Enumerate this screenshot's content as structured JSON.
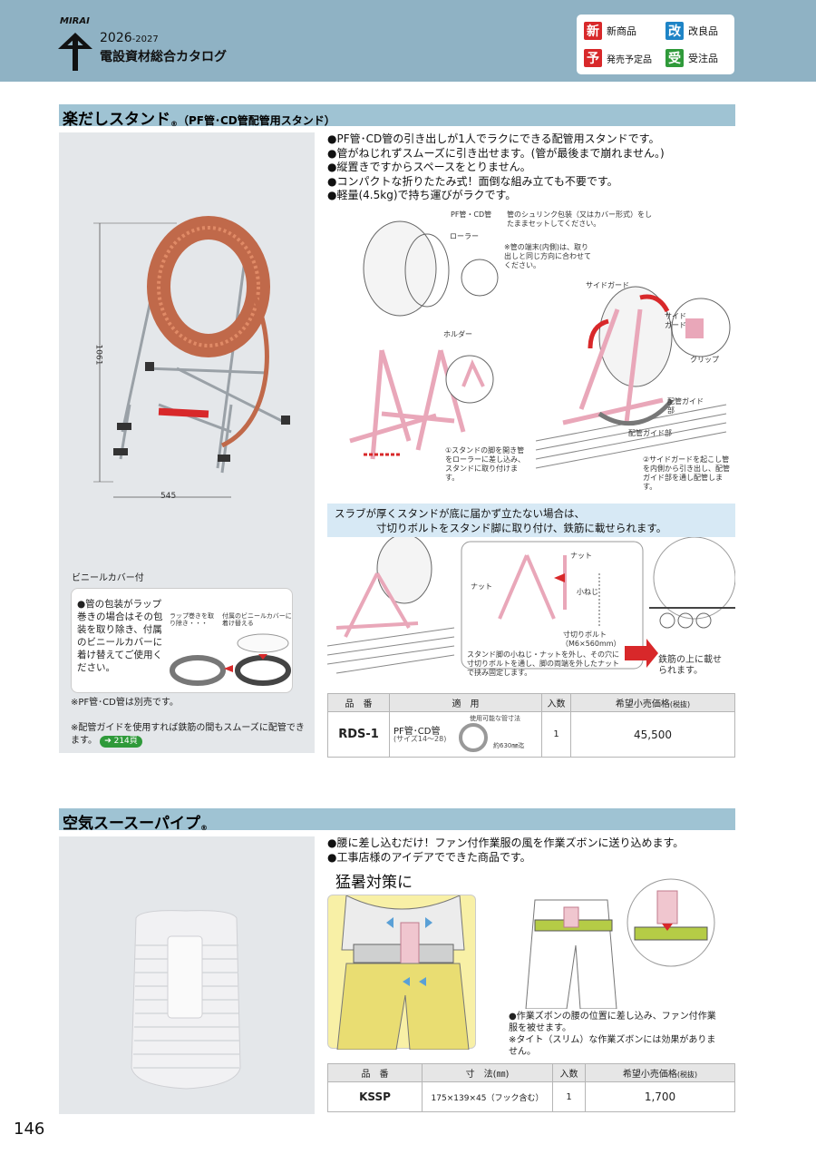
{
  "header": {
    "logo": "MIRAI",
    "year_main": "2026",
    "year_sub": "-2027",
    "catalog_title": "電設資材総合カタログ",
    "legend": [
      {
        "badge": "新",
        "label": "新商品",
        "color": "#d8282a"
      },
      {
        "badge": "改",
        "label": "改良品",
        "color": "#1e84c6"
      },
      {
        "badge": "予",
        "label": "発売予定品",
        "color": "#d8282a"
      },
      {
        "badge": "受",
        "label": "受注品",
        "color": "#2f9a3a"
      }
    ]
  },
  "section1": {
    "title": "楽だしスタンド",
    "reg": "®",
    "subtitle": "（PF管･CD管配管用スタンド）",
    "bullets": [
      "PF管･CD管の引き出しが1人でラクにできる配管用スタンドです。",
      "管がねじれずスムーズに引き出せます。(管が最後まで崩れません。)",
      "縦置きですからスペースをとりません。",
      "コンパクトな折りたたみ式！面倒な組み立ても不要です。",
      "軽量(4.5kg)で持ち運びがラクです。"
    ],
    "dims": {
      "height": "1061",
      "width": "545"
    },
    "diagram_labels": {
      "pipe": "PF管・CD管",
      "pipe_note": "管のシュリンク包装（又はカバー形式）をしたままセットしてください。",
      "roller": "ローラー",
      "end_note": "※管の端末(内側)は、取り出しと同じ方向に合わせてください。",
      "holder": "ホルダー",
      "side_guard": "サイドガード",
      "side_guard2": "サイドガード",
      "clip": "クリップ",
      "pipe_guard": "配管ガイド部",
      "pipe_guard2": "配管ガイド部",
      "step1": "①スタンドの脚を開き管をローラーに差し込み、スタンドに取り付けます。",
      "step2": "②サイドガードを起こし管を内側から引き出し、配管ガイド部を通し配管します。"
    },
    "slab_note_line1": "スラブが厚くスタンドが底に届かず立たない場合は、",
    "slab_note_line2": "寸切りボルトをスタンド脚に取り付け、鉄筋に載せられます。",
    "slab_labels": {
      "nut": "ナット",
      "nut2": "ナット",
      "screw": "小ねじ",
      "bolt": "寸切りボルト",
      "bolt_size": "（M6×560mm）",
      "instruction": "スタンド脚の小ねじ・ナットを外し、その穴に寸切りボルトを通し、脚の両端を外したナットで挟み固定します。",
      "result": "鉄筋の上に載せられます。"
    },
    "vinyl": {
      "heading": "ビニールカバー付",
      "text": "管の包装がラップ巻きの場合はその包装を取り除き、付属のビニールカバーに着け替えてご使用ください。",
      "label_a": "ラップ巻きを取り除き・・・",
      "label_b": "付属のビニールカバーに着け替える"
    },
    "notes": [
      "※PF管･CD管は別売です。",
      "※配管ガイドを使用すれば鉄筋の間もスムーズに配管できます。"
    ],
    "ref_page": "214頁",
    "table": {
      "headers": [
        "品　番",
        "適　用",
        "入数",
        "希望小売価格"
      ],
      "price_header_suffix": "(税抜)",
      "row": {
        "code": "RDS-1",
        "apply_main": "PF管･CD管",
        "apply_sub": "(サイズ14〜28)",
        "size_caption": "使用可能な管寸法",
        "size_value": "約630㎜迄",
        "qty": "1",
        "price": "45,500"
      }
    }
  },
  "section2": {
    "title": "空気スースーパイプ",
    "reg": "®",
    "bullets": [
      "腰に差し込むだけ！ファン付作業服の風を作業ズボンに送り込めます。",
      "工事店様のアイデアでできた商品です。"
    ],
    "heat_label": "猛暑対策に",
    "usage_note": "●作業ズボンの腰の位置に差し込み、ファン付作業服を被せます。",
    "usage_note2": "※タイト（スリム）な作業ズボンには効果がありません。",
    "table": {
      "headers": [
        "品　番",
        "寸　法(㎜)",
        "入数",
        "希望小売価格"
      ],
      "price_header_suffix": "(税抜)",
      "row": {
        "code": "KSSP",
        "size": "175×139×45（フック含む）",
        "qty": "1",
        "price": "1,700"
      }
    }
  },
  "page_number": "146",
  "colors": {
    "header_bg": "#8fb2c4",
    "section_bar": "#9fc3d3",
    "note_bg": "#d7e9f5",
    "stand_pink": "#e9a7b9",
    "arrow_red": "#d8282a"
  }
}
